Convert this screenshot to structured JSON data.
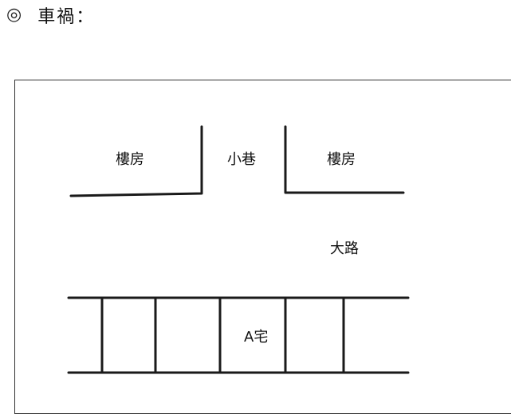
{
  "header": {
    "bullet": "◎",
    "title": "車禍："
  },
  "diagram": {
    "labels": {
      "building_left": "樓房",
      "alley": "小巷",
      "building_right": "樓房",
      "road": "大路",
      "house_a": "A宅"
    }
  }
}
